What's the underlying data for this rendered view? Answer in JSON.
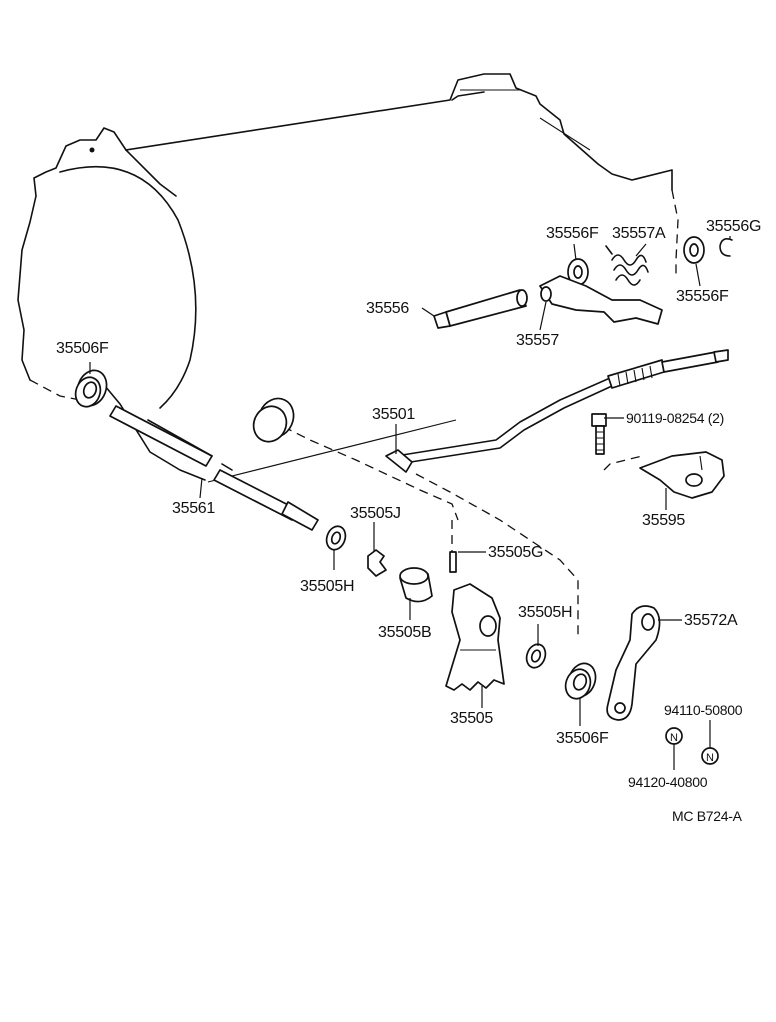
{
  "diagram": {
    "code": "MC  B724-A",
    "labels": {
      "p35506F_top": "35506F",
      "p35561": "35561",
      "p35505J": "35505J",
      "p35505H_left": "35505H",
      "p35505G": "35505G",
      "p35505B": "35505B",
      "p35505": "35505",
      "p35505H_right": "35505H",
      "p35506F_bottom": "35506F",
      "p35572A": "35572A",
      "p35501": "35501",
      "p35556": "35556",
      "p35556F_left": "35556F",
      "p35557A": "35557A",
      "p35556G": "35556G",
      "p35556F_right": "35556F",
      "p35557": "35557",
      "p90119": "90119-08254 (2)",
      "p35595": "35595",
      "p94110": "94110-50800",
      "p94120": "94120-40800",
      "nut_symbol": "N"
    }
  }
}
